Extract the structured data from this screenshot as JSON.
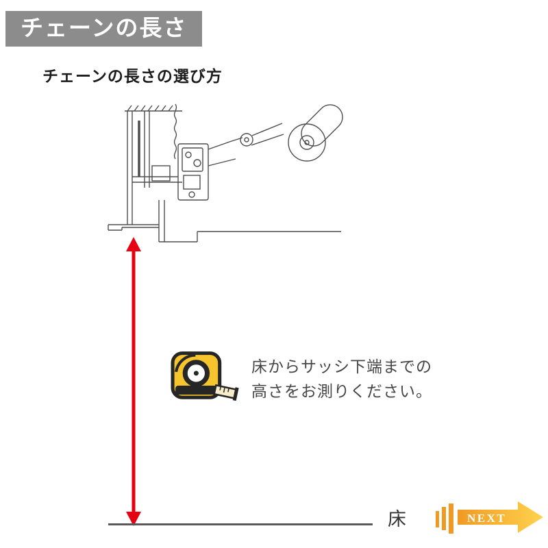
{
  "page": {
    "title_badge": "チェーンの長さ",
    "subtitle": "チェーンの長さの選び方"
  },
  "diagram": {
    "description_name": "window-sash-section-with-chain-opener"
  },
  "instruction": {
    "line1": "床からサッシ下端までの",
    "line2": "高さをお測りください。"
  },
  "floor": {
    "label": "床"
  },
  "next": {
    "label": "NEXT"
  },
  "icons": {
    "tape_measure": "tape-measure-icon",
    "measurement_arrow": "measurement-arrow-icon",
    "speed_bars": "speed-bars-icon",
    "next_arrow": "next-arrow-icon"
  },
  "colors": {
    "header_bg": "#8c8c8c",
    "header_text": "#ffffff",
    "arrow_red": "#e60012",
    "floor_line": "#595959",
    "diagram_stroke": "#4d4d4d",
    "next_grad_1": "#f09a23",
    "next_grad_2": "#ffd24d",
    "tape_yellow": "#f6c42d"
  }
}
